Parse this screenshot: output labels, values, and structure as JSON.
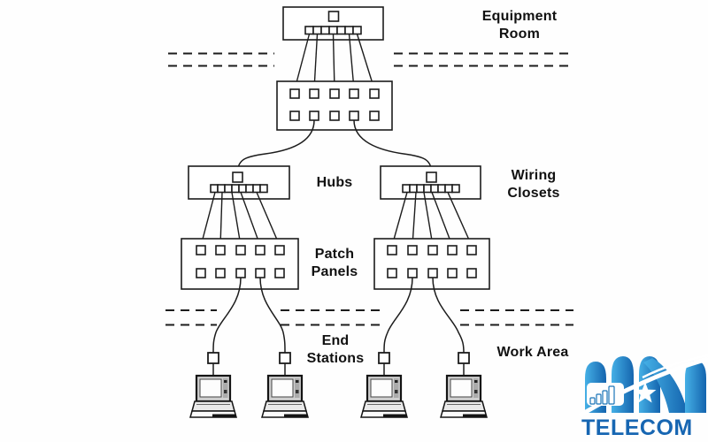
{
  "labels": {
    "equipment_room": "Equipment Room",
    "hubs": "Hubs",
    "wiring_closets": "Wiring Closets",
    "patch_panels": "Patch Panels",
    "end_stations": "End Stations",
    "work_area": "Work Area"
  },
  "logo": {
    "brand": "TELECOM",
    "accent_dark": "#1464ae",
    "accent_light": "#45b0e6"
  },
  "diagram": {
    "type": "structured-cabling-topology",
    "line_color": "#1c1c1c",
    "tiers": [
      {
        "zone": "Equipment Room",
        "devices": [
          "backbone-switch",
          "main-distribution-panel"
        ]
      },
      {
        "zone": "Wiring Closets",
        "devices": [
          "hub-left",
          "hub-right"
        ]
      },
      {
        "zone": "Wiring Closets",
        "devices": [
          "patch-panel-left",
          "patch-panel-right"
        ]
      },
      {
        "zone": "Work Area",
        "devices": [
          "workstation-1",
          "workstation-2",
          "workstation-3",
          "workstation-4"
        ]
      }
    ],
    "connections": {
      "switch_to_distribution": 5,
      "distribution_to_each_hub": 1,
      "hub_to_patch_panel": 5,
      "patch_panel_to_workstations": 2
    }
  }
}
